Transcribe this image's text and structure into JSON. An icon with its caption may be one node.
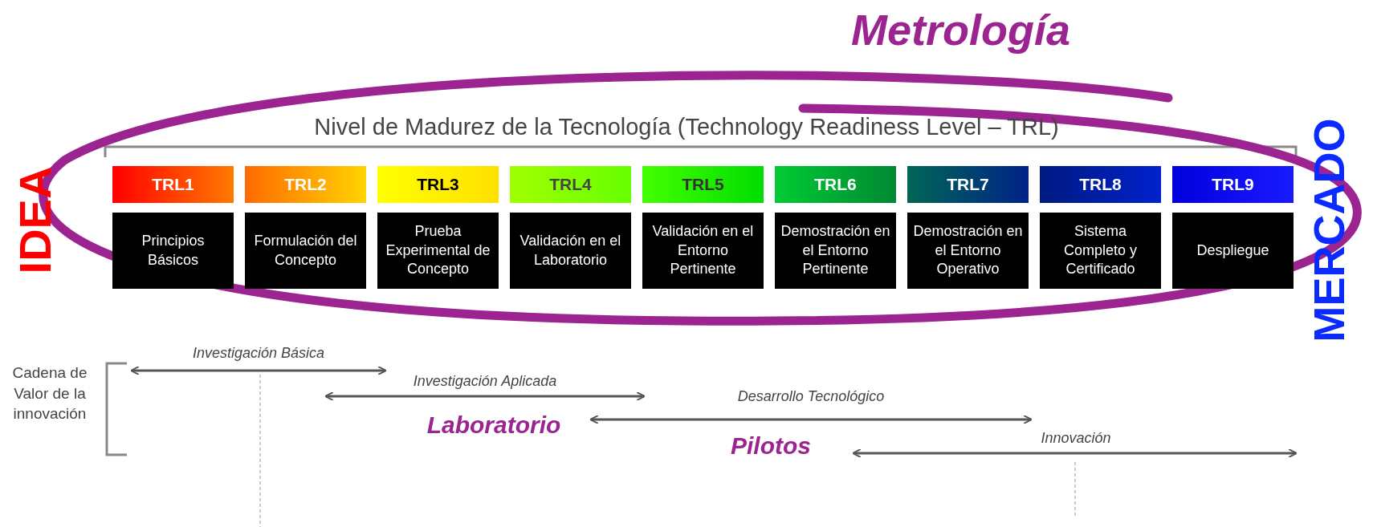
{
  "diagram": {
    "title": "Nivel de Madurez de la Tecnología (Technology Readiness Level – TRL)",
    "nodes": [
      {
        "text": [
          "TRL1",
          "Principios Básicos"
        ]
      },
      {
        "text": [
          "TRL2",
          "Formulación del Concepto"
        ]
      },
      {
        "text": [
          "TRL3",
          "Prueba Experimental de Concepto"
        ]
      },
      {
        "text": [
          "TRL4",
          "Validación en el Laboratorio"
        ]
      },
      {
        "text": [
          "TRL5",
          "Validación en el Entorno Pertinente"
        ]
      },
      {
        "text": [
          "TRL6",
          "Demostración en el Entorno Pertinente"
        ]
      },
      {
        "text": [
          "TRL7",
          "Demostración en el Entorno Operativo"
        ]
      },
      {
        "text": [
          "TRL8",
          "Sistema Completo y Certificado"
        ]
      },
      {
        "text": [
          "TRL9",
          "Despliegue"
        ]
      }
    ],
    "labels": [
      "Metrología",
      "IDEA",
      "MERCADO",
      "Cadena de Valor de la innovación",
      "Investigación Básica",
      "Investigación Aplicada",
      "Desarrollo Tecnológico",
      "Laboratorio",
      "Innovación",
      "Pilotos"
    ]
  }
}
